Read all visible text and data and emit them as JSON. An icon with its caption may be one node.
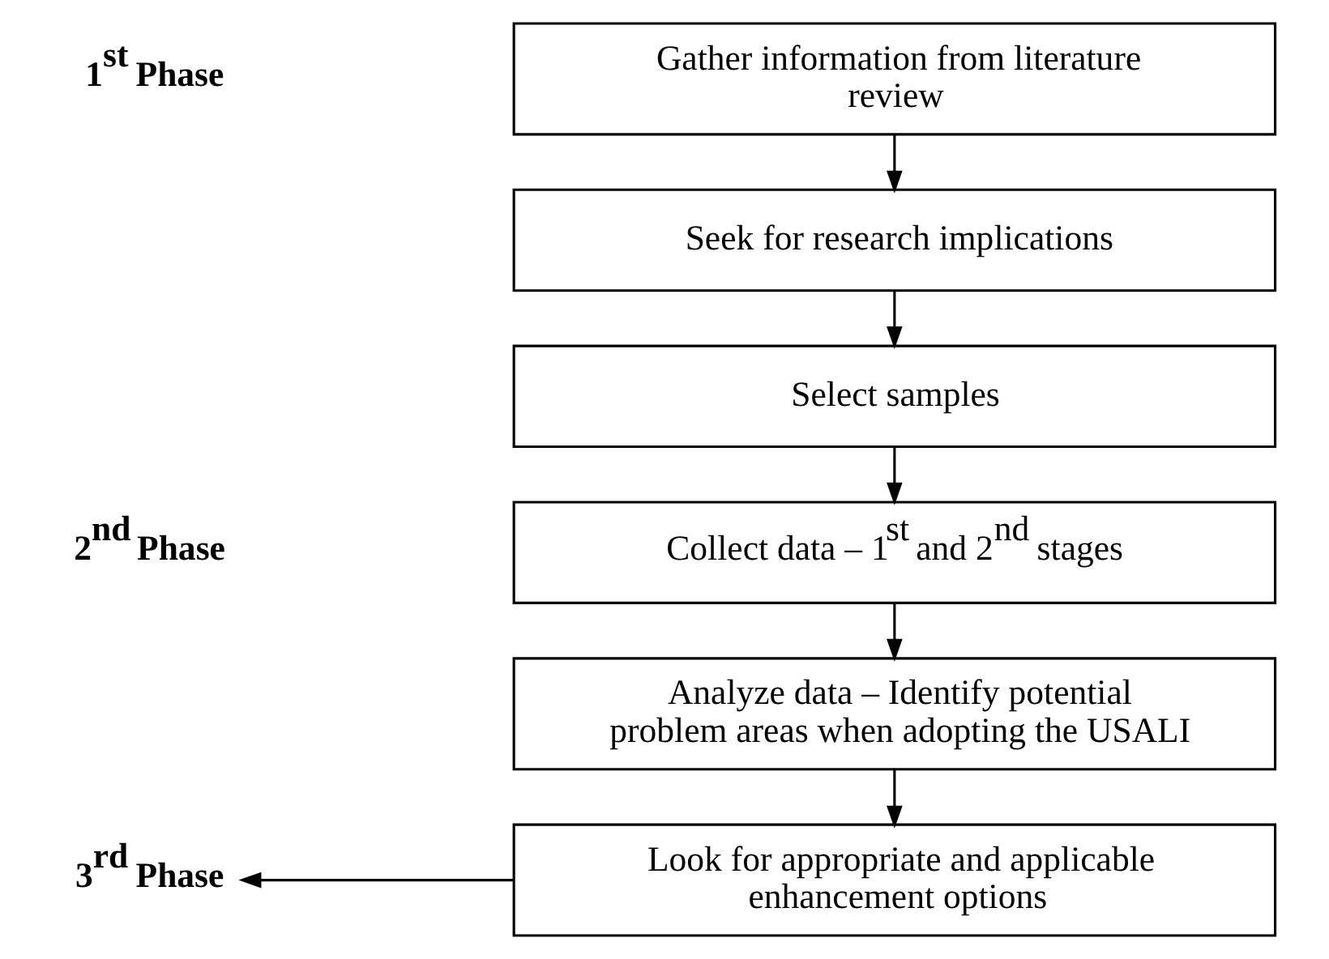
{
  "diagram": {
    "nodes": [
      {
        "text": [
          "Gather information from literature review"
        ]
      },
      {
        "text": [
          "Seek for research implications"
        ]
      },
      {
        "text": [
          "Select samples"
        ]
      },
      {
        "text": [
          "Collect data – 1$^{st}$ and 2$^{nd}$ stages"
        ]
      },
      {
        "text": [
          "Analyze data – Identify potential problem areas when adopting the USALI"
        ]
      },
      {
        "text": [
          "Look for appropriate and applicable enhancement options"
        ]
      },
      {
        "text": [
          "3$^{rd}$ Phase"
        ]
      }
    ],
    "edges": [
      {
        "from": 0,
        "to": 1,
        "arrow": "to"
      },
      {
        "from": 1,
        "to": 2,
        "arrow": "to"
      },
      {
        "from": 2,
        "to": 3,
        "arrow": "to"
      },
      {
        "from": 3,
        "to": 4,
        "arrow": "to"
      },
      {
        "from": 4,
        "to": 5,
        "arrow": "to"
      },
      {
        "from": 5,
        "to": 6,
        "arrow": "to"
      }
    ],
    "labels": [
      "1$^{st}$ Phase",
      "2$^{nd}$ Phase"
    ]
  }
}
